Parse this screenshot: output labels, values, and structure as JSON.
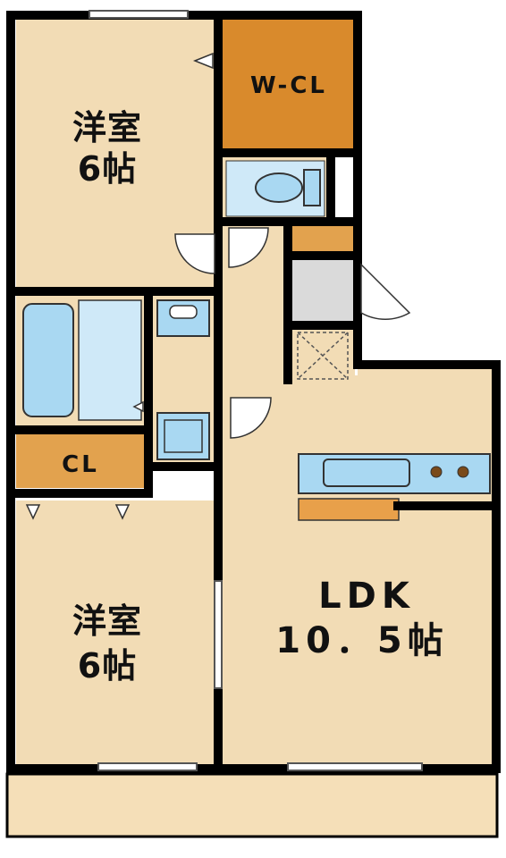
{
  "rooms": {
    "western_room_top": {
      "line1": "洋室",
      "line2": "6帖"
    },
    "walk_in_closet": {
      "label": "W-CL"
    },
    "closet": {
      "label": "CL"
    },
    "western_room_bottom": {
      "line1": "洋室",
      "line2": "6帖"
    },
    "ldk": {
      "line1": "LDK",
      "line2": "10．5帖"
    }
  },
  "colors": {
    "room_fill": "#f2dcb5",
    "walk_in_closet_fill": "#d98a2c",
    "closet_fill": "#e2a24e",
    "kitchen_counter_fill": "#e8a04a",
    "water_fixture_fill": "#a9d8f2",
    "utility_fill": "#dadada",
    "wall": "#000000",
    "balcony_fill": "#f5dfb8"
  },
  "icons": [
    "bathtub-icon",
    "toilet-icon",
    "washbasin-icon",
    "washing-machine-icon",
    "kitchen-sink-icon",
    "stove-burner-icon",
    "door-swing-icon",
    "window-icon"
  ]
}
